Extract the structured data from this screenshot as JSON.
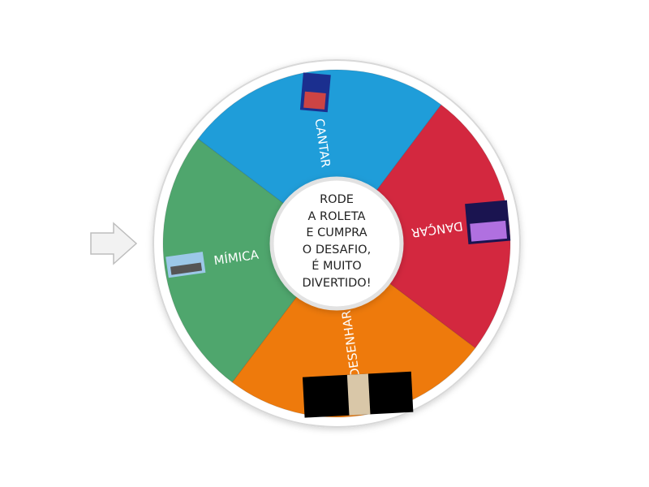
{
  "wheel": {
    "center_text": "RODE\n A ROLETA\nE CUMPRA\nO DESAFIO,\nÉ MUITO\nDIVERTIDO!",
    "segments": [
      {
        "label": "CANTAR",
        "color": "#1f9dd9",
        "image": "singer-microphone-image"
      },
      {
        "label": "DANÇAR",
        "color": "#d3283f",
        "image": "dancers-stage-image"
      },
      {
        "label": "DESENHAR",
        "color": "#ee7a0c",
        "image": "drawing-hands-image"
      },
      {
        "label": "MÍMICA",
        "color": "#4fa66d",
        "image": "mime-people-image"
      }
    ]
  },
  "pointer": {
    "icon": "arrow-right-icon"
  }
}
